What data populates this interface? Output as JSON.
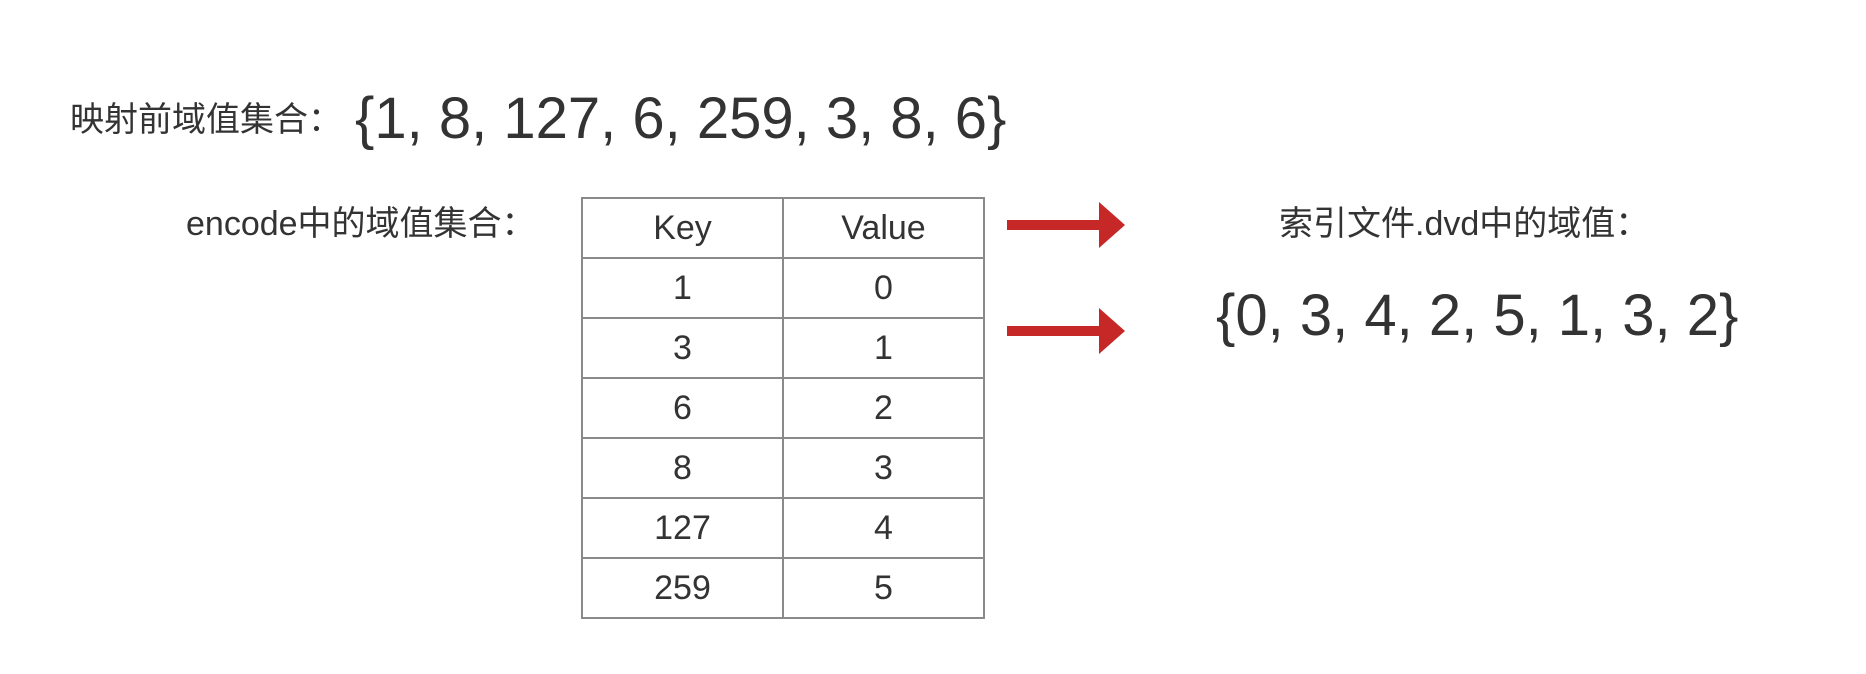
{
  "top": {
    "label": "映射前域值集合：",
    "values_text": "{1, 8, 127, 6, 259, 3, 8, 6}"
  },
  "encode": {
    "label": "encode中的域值集合：",
    "headers": [
      "Key",
      "Value"
    ],
    "rows": [
      [
        "1",
        "0"
      ],
      [
        "3",
        "1"
      ],
      [
        "6",
        "2"
      ],
      [
        "8",
        "3"
      ],
      [
        "127",
        "4"
      ],
      [
        "259",
        "5"
      ]
    ]
  },
  "index": {
    "label": "索引文件.dvd中的域值：",
    "values_text": "{0, 3, 4, 2, 5, 1, 3, 2}"
  },
  "colors": {
    "arrow": "#c62828",
    "text": "#333333",
    "table_border": "#8a8a8a"
  }
}
